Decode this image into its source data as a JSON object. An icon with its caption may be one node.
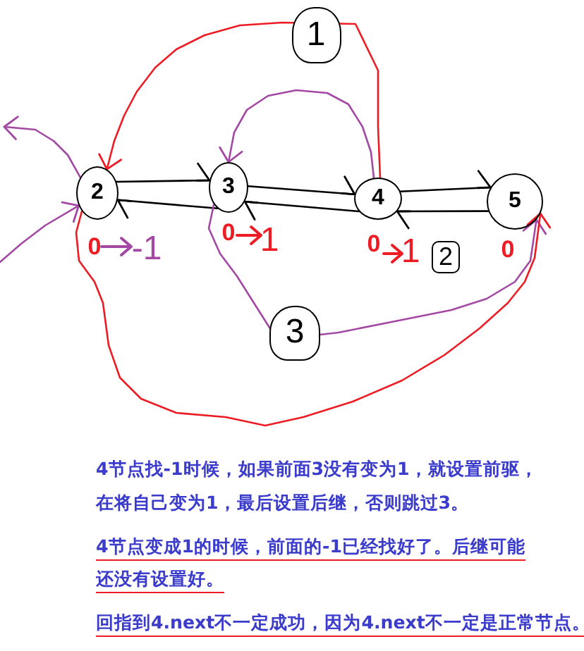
{
  "diagram": {
    "nodes": [
      {
        "text": [
          "2"
        ],
        "beside": [
          "0",
          "-1"
        ]
      },
      {
        "text": [
          "3"
        ],
        "beside": [
          "0",
          "1"
        ]
      },
      {
        "text": [
          "4"
        ],
        "beside": [
          "0",
          "1"
        ]
      },
      {
        "text": [
          "5"
        ],
        "beside": [
          "0"
        ]
      }
    ],
    "edges": [
      {
        "from": 0,
        "to": 1,
        "arrow": "to"
      },
      {
        "from": 1,
        "to": 0,
        "arrow": "to"
      },
      {
        "from": 1,
        "to": 2,
        "arrow": "to"
      },
      {
        "from": 2,
        "to": 1,
        "arrow": "to"
      },
      {
        "from": 2,
        "to": 3,
        "arrow": "to"
      },
      {
        "from": 3,
        "to": 2,
        "arrow": "to"
      },
      {
        "from": 2,
        "to": 0,
        "arrow": "to",
        "label": "1",
        "color": "#ed1c24"
      },
      {
        "from": 2,
        "to": 1,
        "arrow": "to",
        "color": "#a349a4"
      },
      {
        "from": 0,
        "to": null,
        "arrow": "to",
        "color": "#a349a4"
      },
      {
        "from": null,
        "to": 0,
        "arrow": "to",
        "color": "#a349a4"
      },
      {
        "from": 1,
        "to": 3,
        "arrow": "to",
        "label": "3",
        "color": "#a349a4"
      },
      {
        "from": 0,
        "to": 3,
        "arrow": "to",
        "color": "#ed1c24"
      }
    ],
    "labels": [
      "2",
      "4节点找-1时候，如果前面3没有变为1，就设置前驱，在将自己变为1，最后设置后继，否则跳过3。",
      "4节点变成1的时候，前面的-1已经找好了。后继可能还没有设置好。",
      "回指到4.next不一定成功，因为4.next不一定是正常节点。"
    ]
  }
}
